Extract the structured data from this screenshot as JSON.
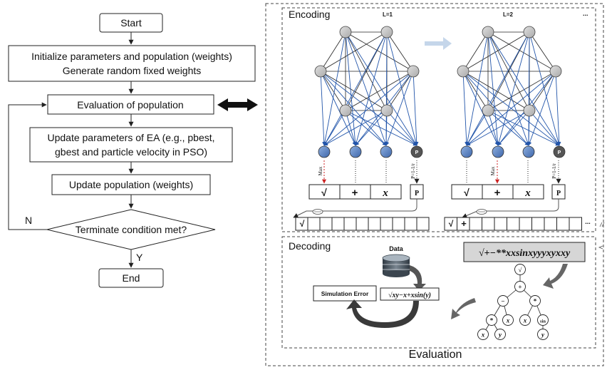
{
  "flowchart": {
    "start": "Start",
    "init_line1": "Initialize parameters and population (weights)",
    "init_line2": "Generate random fixed weights",
    "evaluation": "Evaluation of population",
    "update_params_line1": "Update parameters of EA (e.g., pbest,",
    "update_params_line2": "gbest and particle velocity in PSO)",
    "update_population": "Update population (weights)",
    "terminate": "Terminate condition met?",
    "no_label": "N",
    "yes_label": "Y",
    "end": "End"
  },
  "encoding": {
    "title": "Encoding",
    "layer1": "L=1",
    "layer2": "L=2",
    "ellipsis": "...",
    "select_label_1": "Max",
    "select_label_2": "P=1-1/r",
    "ops": [
      "√",
      "+",
      "x",
      "P"
    ],
    "p_node": "P",
    "sequence1_first": "√",
    "sequence2_first": "√",
    "sequence2_second": "+",
    "seq_ellipsis": "..."
  },
  "decoding": {
    "title": "Decoding",
    "data_label": "Data",
    "expression": "√+−**xxsinxyyyxyxxy",
    "simulation_error": "Simulation Error",
    "formula": "√xy−x+xsin(y)",
    "tree_nodes": [
      "√",
      "+",
      "−",
      "*",
      "*",
      "x",
      "x",
      "sin",
      "x",
      "y",
      "y"
    ]
  },
  "evaluation_label": "Evaluation",
  "colors": {
    "network_lines": "#2255aa",
    "node_gray": "#c0c0c0",
    "output_node": "#5b84c4",
    "p_node": "#555555",
    "arrow_red": "#cc2222",
    "expr_box": "#d6d6d6",
    "data_cylinder": "#4a5560"
  }
}
